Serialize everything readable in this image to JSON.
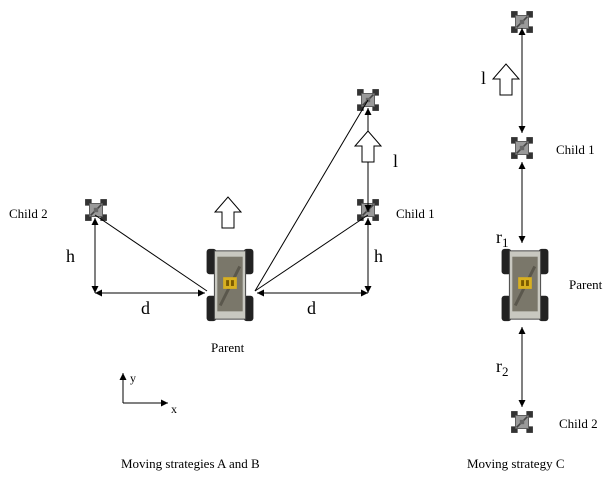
{
  "left_panel": {
    "caption": "Moving strategies A and B",
    "labels": {
      "child1": "Child 1",
      "child2": "Child 2",
      "parent": "Parent",
      "h_left": "h",
      "h_right": "h",
      "d_left": "d",
      "d_right": "d",
      "l": "l"
    },
    "axes": {
      "x": "x",
      "y": "y"
    }
  },
  "right_panel": {
    "caption": "Moving strategy C",
    "labels": {
      "child1": "Child 1",
      "child2": "Child 2",
      "parent": "Parent",
      "l": "l",
      "r1_main": "r",
      "r1_sub": "1",
      "r2_main": "r",
      "r2_sub": "2"
    }
  }
}
